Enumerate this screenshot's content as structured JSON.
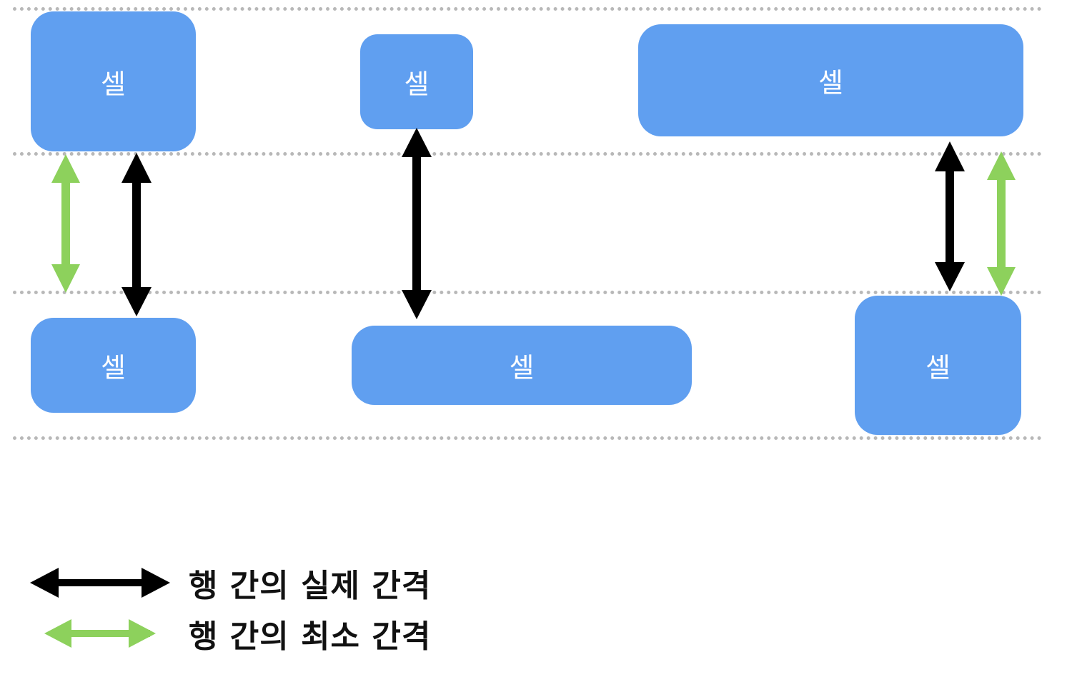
{
  "colors": {
    "cell": "#609ff0",
    "actual_arrow": "#000000",
    "minimum_arrow": "#8dd15c",
    "guide": "#b8b8b8"
  },
  "cells": {
    "row1_left": "셀",
    "row1_middle": "셀",
    "row1_right": "셀",
    "row2_left": "셀",
    "row2_middle": "셀",
    "row2_right": "셀"
  },
  "legend": {
    "actual_spacing_label": "행 간의 실제 간격",
    "minimum_spacing_label": "행 간의 최소 간격"
  }
}
